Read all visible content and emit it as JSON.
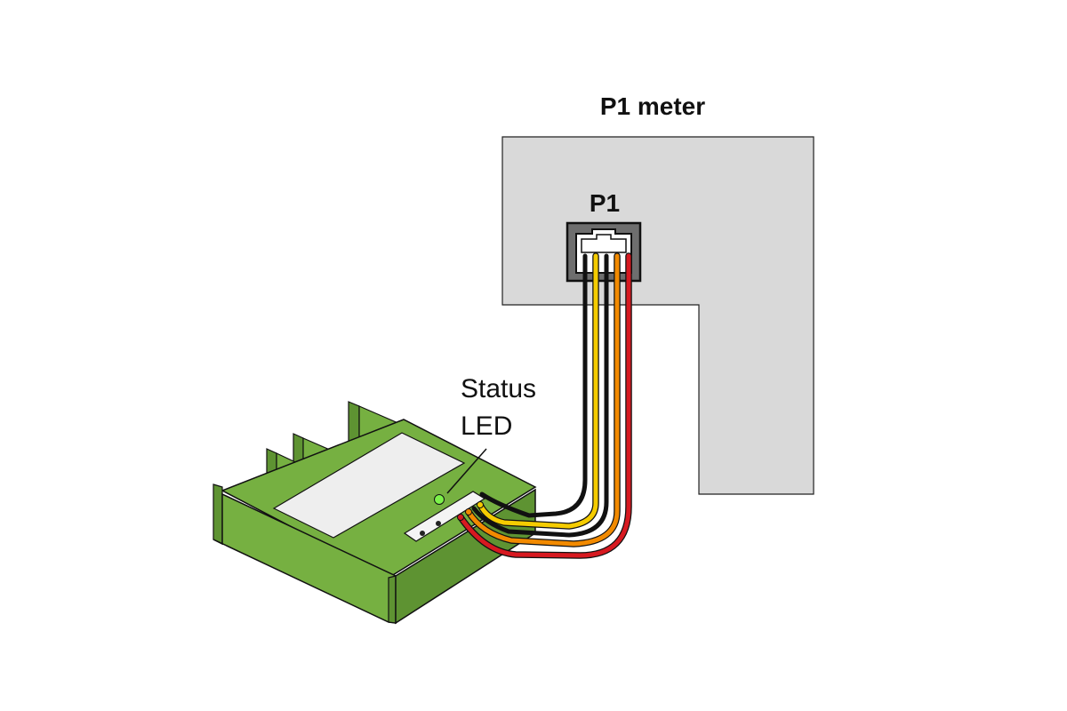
{
  "labels": {
    "meter_title": "P1 meter",
    "port_label": "P1",
    "status_led_line1": "Status",
    "status_led_line2": "LED"
  },
  "colors": {
    "meter_body": "#d9d9d9",
    "port_housing": "#6e6e6e",
    "board_green": "#76b041",
    "board_green_dark": "#5e9332",
    "label_plate": "#eeeeee",
    "led": "#7cf24a",
    "wire_black": "#111111",
    "wire_yellow": "#f5cc00",
    "wire_orange": "#f28a00",
    "wire_red": "#d71920"
  },
  "wires": [
    "black",
    "yellow",
    "black",
    "orange",
    "red"
  ]
}
